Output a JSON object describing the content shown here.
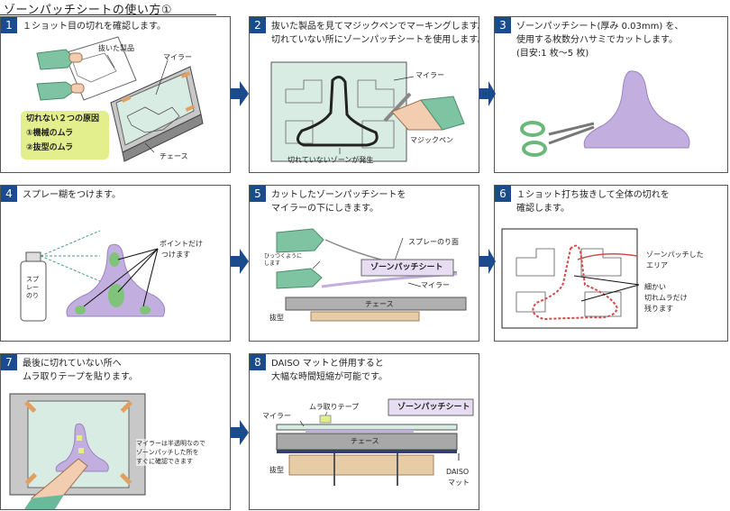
{
  "title": "ゾーンパッチシートの使い方①",
  "colors": {
    "accent": "#1a4b8c",
    "purple": "#c3aee0",
    "green": "#7fc47a",
    "mylar": "#d9ece4",
    "highlight": "#e2ee86"
  },
  "steps": [
    {
      "num": "1",
      "text": [
        "１ショット目の切れを確認します。"
      ],
      "labels": {
        "product": "抜いた製品",
        "mylar": "マイラー",
        "chase": "チェース",
        "causes_title": "切れない２つの原因",
        "cause1": "①機械のムラ",
        "cause2": "②抜型のムラ"
      }
    },
    {
      "num": "2",
      "text": [
        "抜いた製品を見てマジックペンでマーキングします。",
        "切れていない所にゾーンパッチシートを使用します。"
      ],
      "labels": {
        "mylar": "マイラー",
        "pen": "マジックペン",
        "zone": "切れていないゾーンが発生"
      }
    },
    {
      "num": "3",
      "text": [
        "ゾーンパッチシート(厚み 0.03mm) を、",
        "使用する枚数分ハサミでカットします。",
        "(目安:1 枚～5 枚)"
      ]
    },
    {
      "num": "4",
      "text": [
        "スプレー糊をつけます。"
      ],
      "labels": {
        "spray": "スプレーのり",
        "point": "ポイントだけ",
        "point2": "つけます"
      }
    },
    {
      "num": "5",
      "text": [
        "カットしたゾーンパッチシートを",
        "マイラーの下にしきます。"
      ],
      "labels": {
        "flip": "ひっつくように",
        "flip2": "します",
        "sprayface": "スプレーのり面",
        "sheet": "ゾーンパッチシート",
        "mylar": "マイラー",
        "chase": "チェース",
        "die": "抜型"
      }
    },
    {
      "num": "6",
      "text": [
        "１ショット打ち抜きして全体の切れを",
        "確認します。"
      ],
      "labels": {
        "area1": "ゾーンパッチした",
        "area2": "エリア",
        "fine1": "細かい",
        "fine2": "切れムラだけ",
        "fine3": "残ります"
      }
    },
    {
      "num": "7",
      "text": [
        "最後に切れていない所へ",
        "ムラ取りテープを貼ります。"
      ],
      "labels": {
        "note1": "マイラーは半透明なので",
        "note2": "ゾーンパッチした所を",
        "note3": "すぐに確認できます"
      }
    },
    {
      "num": "8",
      "text": [
        "DAISO マットと併用すると",
        "大幅な時間短縮が可能です。"
      ],
      "labels": {
        "tape": "ムラ取りテープ",
        "sheet": "ゾーンパッチシート",
        "mylar": "マイラー",
        "chase": "チェース",
        "die": "抜型",
        "mat1": "DAISO",
        "mat2": "マット"
      }
    }
  ]
}
